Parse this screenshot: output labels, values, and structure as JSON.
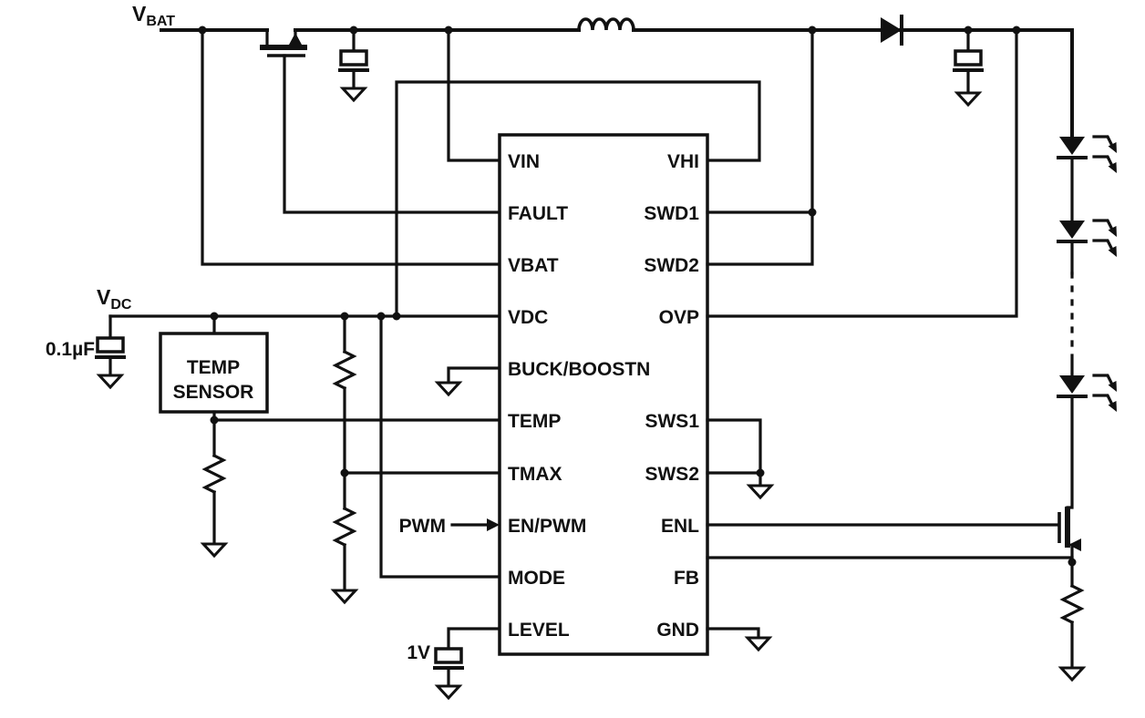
{
  "diagram": {
    "type": "circuit-schematic",
    "colors": {
      "line": "#111111",
      "background": "#ffffff"
    },
    "labels": {
      "vbat": {
        "v": "V",
        "sub": "BAT"
      },
      "vdc": {
        "v": "V",
        "sub": "DC"
      },
      "input_cap_value": "0.1µF",
      "pwm_input": "PWM",
      "level_value": "1V"
    },
    "temp_sensor": {
      "line1": "TEMP",
      "line2": "SENSOR"
    },
    "ic": {
      "left_pins": [
        "VIN",
        "FAULT",
        "VBAT",
        "VDC",
        "BUCK/BOOSTN",
        "TEMP",
        "TMAX",
        "EN/PWM",
        "MODE",
        "LEVEL"
      ],
      "right_pins": [
        "VHI",
        "SWD1",
        "SWD2",
        "OVP",
        "SWS1",
        "SWS2",
        "ENL",
        "FB",
        "GND"
      ]
    },
    "components": [
      "pmos-input-switch",
      "input-bypass-capacitor",
      "boost-inductor",
      "rectifier-diode",
      "output-capacitor",
      "led-string-3-leds-dashed",
      "nmos-dimming-fet",
      "feedback-resistor",
      "temp-sensor-block",
      "temp-pulldown-resistor",
      "tmax-voltage-divider",
      "level-capacitor",
      "ground-symbols",
      "junction-dots"
    ]
  }
}
